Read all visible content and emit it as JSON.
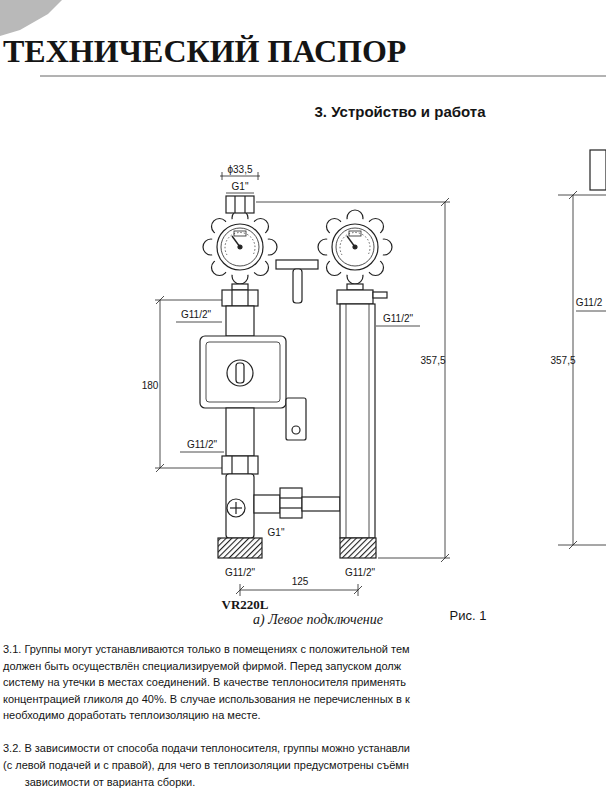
{
  "diagram": {
    "title": "ТЕХНИЧЕСКИЙ ПАСПОР",
    "caption": "Рис. 1",
    "labels": [
      "3. Устройство и работа",
      "ϕ33,5",
      "G1\"",
      "G11/2\"",
      "G11/2\"",
      "180",
      "357,5",
      "G11/2\"",
      "G1\"",
      "G11/2\"",
      "G11/2\"",
      "125",
      "VR220L",
      "а) Левое подключение",
      "G11/2",
      "357,5",
      "3.1. Группы могут устанавливаются только в помещениях с положительной тем",
      "должен быть осуществлён специализируемой фирмой. Перед запуском долж",
      "систему на утечки в местах соединений. В качестве теплоносителя применять",
      "концентрацией гликоля до 40%. В случае использования не перечисленных в к",
      "необходимо доработать теплоизоляцию на месте.",
      "3.2. В зависимости от способа подачи теплоносителя, группы можно устанавли",
      "(с левой подачей и с правой), для чего в теплоизоляции предусмотрены съёмн",
      "зависимости от варианта сборки."
    ]
  }
}
